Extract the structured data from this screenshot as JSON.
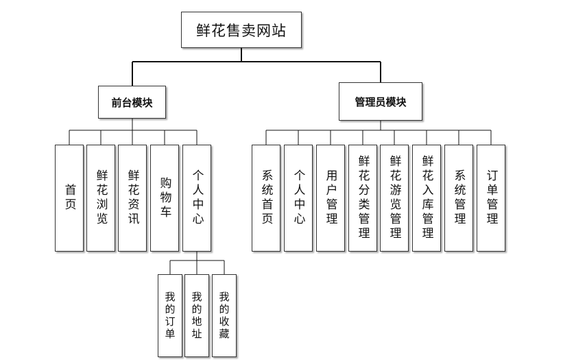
{
  "root": {
    "label": "鲜花售卖网站"
  },
  "modules": [
    {
      "label": "前台模块",
      "children": [
        {
          "label": "首页"
        },
        {
          "label": "鲜花浏览"
        },
        {
          "label": "鲜花资讯"
        },
        {
          "label": "购物车"
        },
        {
          "label": "个人中心",
          "children": [
            {
              "label": "我的订单"
            },
            {
              "label": "我的地址"
            },
            {
              "label": "我的收藏"
            }
          ]
        }
      ]
    },
    {
      "label": "管理员模块",
      "children": [
        {
          "label": "系统首页"
        },
        {
          "label": "个人中心"
        },
        {
          "label": "用户管理"
        },
        {
          "label": "鲜花分类管理"
        },
        {
          "label": "鲜花游览管理"
        },
        {
          "label": "鲜花入库管理"
        },
        {
          "label": "系统管理"
        },
        {
          "label": "订单管理"
        }
      ]
    }
  ]
}
